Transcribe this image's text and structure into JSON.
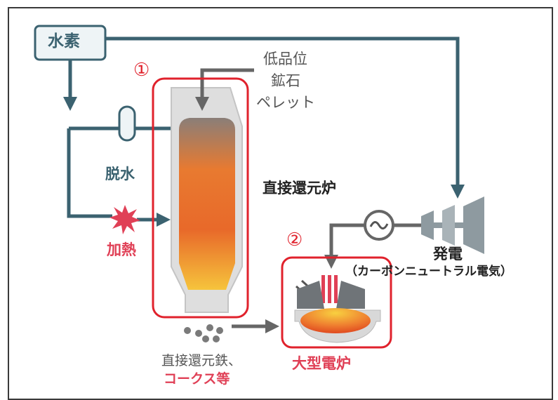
{
  "labels": {
    "hydrogen": "水素",
    "ore_line1": "低品位",
    "ore_line2": "鉱石",
    "ore_line3": "ペレット",
    "dehydration": "脱水",
    "heating": "加熱",
    "drf": "直接還元炉",
    "power_gen": "発電",
    "power_note": "（カーボンニュートラル電気）",
    "eaf": "大型電炉",
    "dri_line1": "直接還元鉄、",
    "dri_line2": "コークス等",
    "marker1": "①",
    "marker2": "②"
  },
  "colors": {
    "flow_line_teal": "#3b6270",
    "flow_line_gray": "#666666",
    "highlight_red": "#e0222c",
    "heat_pink": "#e04056",
    "furnace_shell": "#d9d9d9",
    "hot_orange": "#e8632a",
    "hot_yellow": "#f5c040"
  },
  "icons": {
    "generator": "ac-generator-icon",
    "turbine": "turbine-icon",
    "heater": "heat-burst-icon",
    "dehydrator": "dehydrator-vessel-icon"
  }
}
